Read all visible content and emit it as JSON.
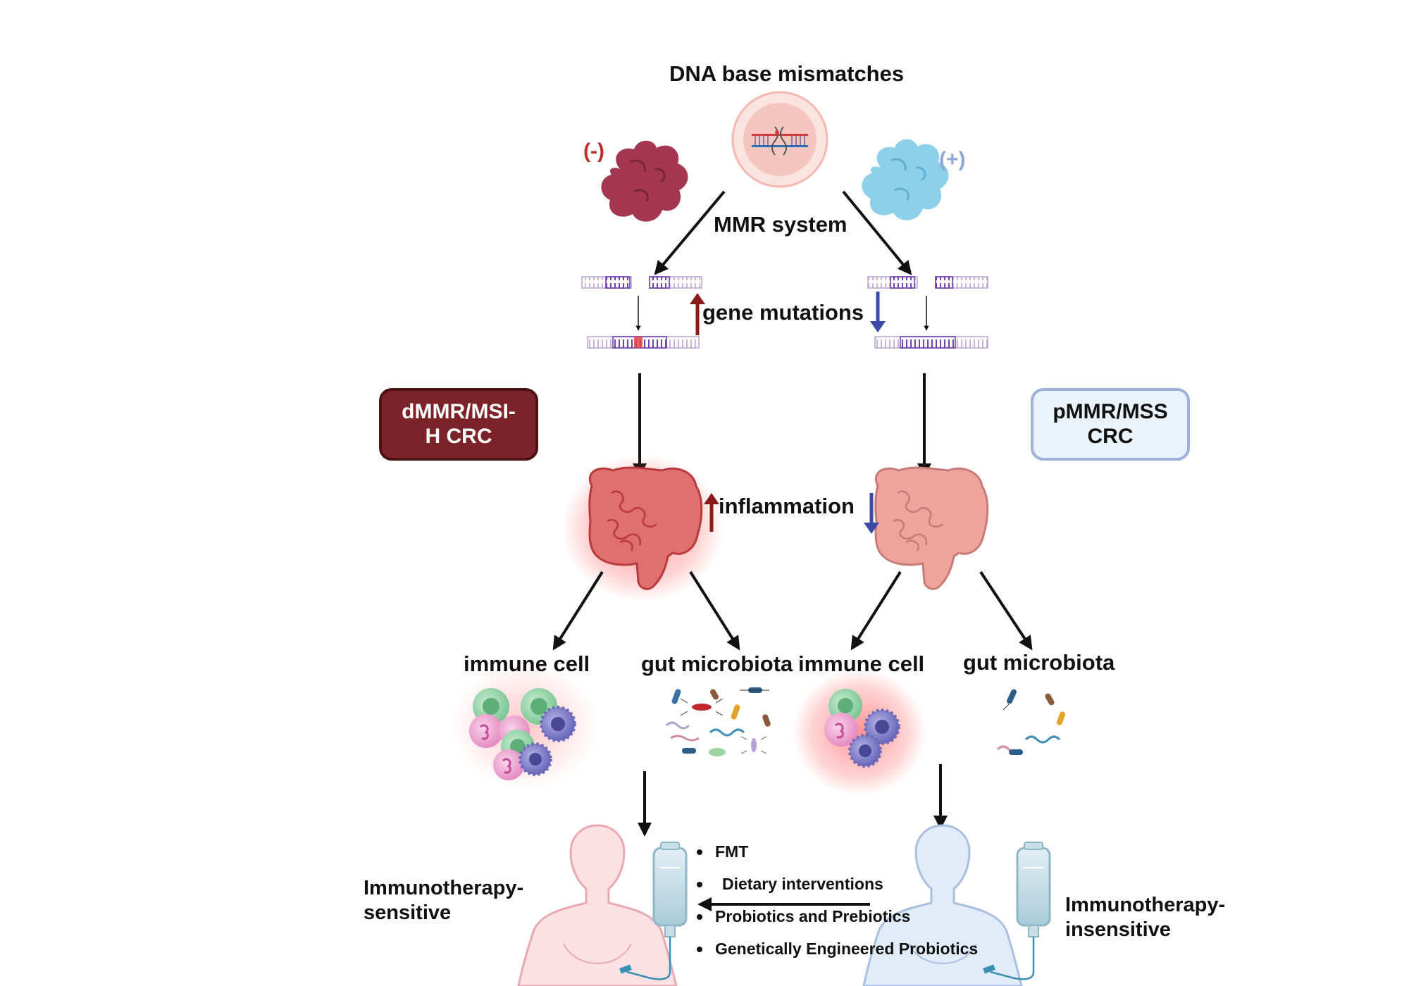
{
  "title": "DNA base mismatches",
  "mmr_label": "MMR system",
  "gene_label": "gene mutations",
  "inflammation_label": "inflammation",
  "left_sign": "(-)",
  "right_sign": "(+)",
  "left_box": "dMMR/MSI-\nH CRC",
  "right_box": "pMMR/MSS\nCRC",
  "left_immune": "immune cell",
  "left_microbiota": "gut microbiota",
  "right_immune": "immune cell",
  "right_microbiota": "gut microbiota",
  "left_outcome": "Immunotherapy-\nsensitive",
  "right_outcome": "Immunotherapy-\ninsensitive",
  "treatments": [
    "FMT",
    "Dietary interventions",
    "Probiotics and Prebiotics",
    "Genetically Engineered Probiotics"
  ],
  "colors": {
    "dmmr_box": "#7c2329",
    "pmmr_box": "#eaf2fb",
    "up_arrow": "#8b1a1a",
    "down_arrow": "#3b4aa8",
    "left_sign": "#b8322c",
    "right_sign": "#8fa6d8"
  },
  "icons": [
    "dna-mismatch-icon",
    "mmr-protein-deficient-icon",
    "mmr-protein-proficient-icon",
    "dna-strand-icon",
    "intestine-icon",
    "immune-cells-icon",
    "bacteria-icon",
    "human-body-icon",
    "iv-bag-icon"
  ]
}
